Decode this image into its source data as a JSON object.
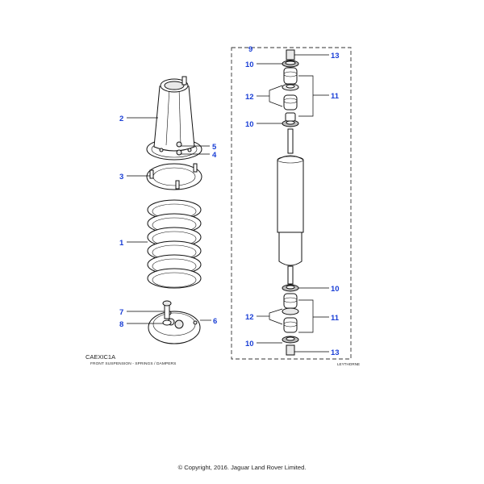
{
  "diagram": {
    "code": "CAEXIC1A",
    "title": "FRONT SUSPENSION - SPRINGS / DAMPERS",
    "brand": "LEYTHORNE",
    "copyright": "© Copyright, 2016. Jaguar Land Rover Limited."
  },
  "callouts": [
    {
      "id": "c1",
      "label": "1"
    },
    {
      "id": "c2",
      "label": "2"
    },
    {
      "id": "c3",
      "label": "3"
    },
    {
      "id": "c4",
      "label": "4"
    },
    {
      "id": "c5",
      "label": "5"
    },
    {
      "id": "c6",
      "label": "6"
    },
    {
      "id": "c7",
      "label": "7"
    },
    {
      "id": "c8",
      "label": "8"
    },
    {
      "id": "c9",
      "label": "9"
    },
    {
      "id": "c10a",
      "label": "10"
    },
    {
      "id": "c10b",
      "label": "10"
    },
    {
      "id": "c10c",
      "label": "10"
    },
    {
      "id": "c10d",
      "label": "10"
    },
    {
      "id": "c11a",
      "label": "11"
    },
    {
      "id": "c11b",
      "label": "11"
    },
    {
      "id": "c12a",
      "label": "12"
    },
    {
      "id": "c12b",
      "label": "12"
    },
    {
      "id": "c13a",
      "label": "13"
    },
    {
      "id": "c13b",
      "label": "13"
    }
  ],
  "colors": {
    "callout": "#1a3fd6",
    "line": "#111111"
  }
}
